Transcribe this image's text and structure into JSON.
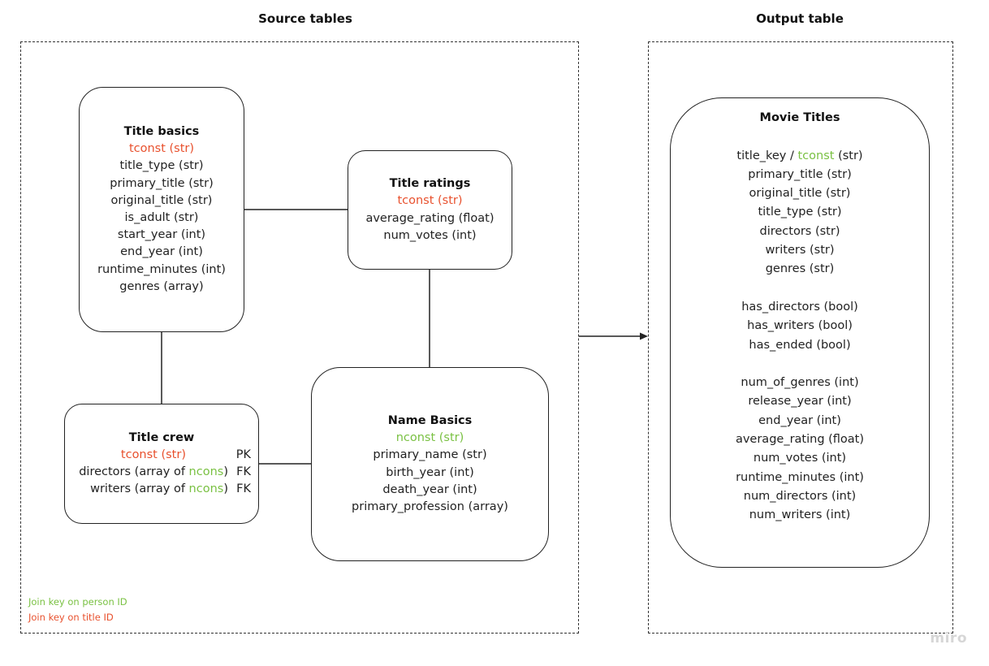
{
  "sections": {
    "source": "Source tables",
    "output": "Output table"
  },
  "colors": {
    "title_key": "#e8512e",
    "person_key": "#7ac143"
  },
  "tables": {
    "title_basics": {
      "title": "Title basics",
      "key": "tconst (str)",
      "fields": [
        "title_type (str)",
        "primary_title (str)",
        "original_title (str)",
        "is_adult (str)",
        "start_year (int)",
        "end_year (int)",
        "runtime_minutes (int)",
        "genres (array)"
      ]
    },
    "title_ratings": {
      "title": "Title ratings",
      "key": "tconst (str)",
      "fields": [
        "average_rating (float)",
        "num_votes (int)"
      ]
    },
    "title_crew": {
      "title": "Title crew",
      "key": "tconst (str)",
      "key_tag": "PK",
      "rows": [
        {
          "pre": "directors (array of ",
          "fk": "ncons",
          "post": ")",
          "tag": "FK"
        },
        {
          "pre": "writers (array of ",
          "fk": "ncons",
          "post": ")",
          "tag": "FK"
        }
      ]
    },
    "name_basics": {
      "title": "Name Basics",
      "key": "nconst (str)",
      "fields": [
        "primary_name (str)",
        "birth_year (int)",
        "death_year (int)",
        "primary_profession (array)"
      ]
    },
    "movie_titles": {
      "title": "Movie Titles",
      "key_row": {
        "pre": "title_key / ",
        "key": "tconst",
        "post": " (str)"
      },
      "group1": [
        "primary_title (str)",
        "original_title (str)",
        "title_type (str)",
        "directors (str)",
        "writers (str)",
        "genres (str)"
      ],
      "group2": [
        "has_directors (bool)",
        "has_writers (bool)",
        "has_ended (bool)"
      ],
      "group3": [
        "num_of_genres (int)",
        "release_year (int)",
        "end_year (int)",
        "average_rating (float)",
        "num_votes (int)",
        "runtime_minutes (int)",
        "num_directors (int)",
        "num_writers (int)"
      ]
    }
  },
  "legend": {
    "person": "Join key on person ID",
    "title": "Join key on title ID"
  },
  "brand": "miro"
}
